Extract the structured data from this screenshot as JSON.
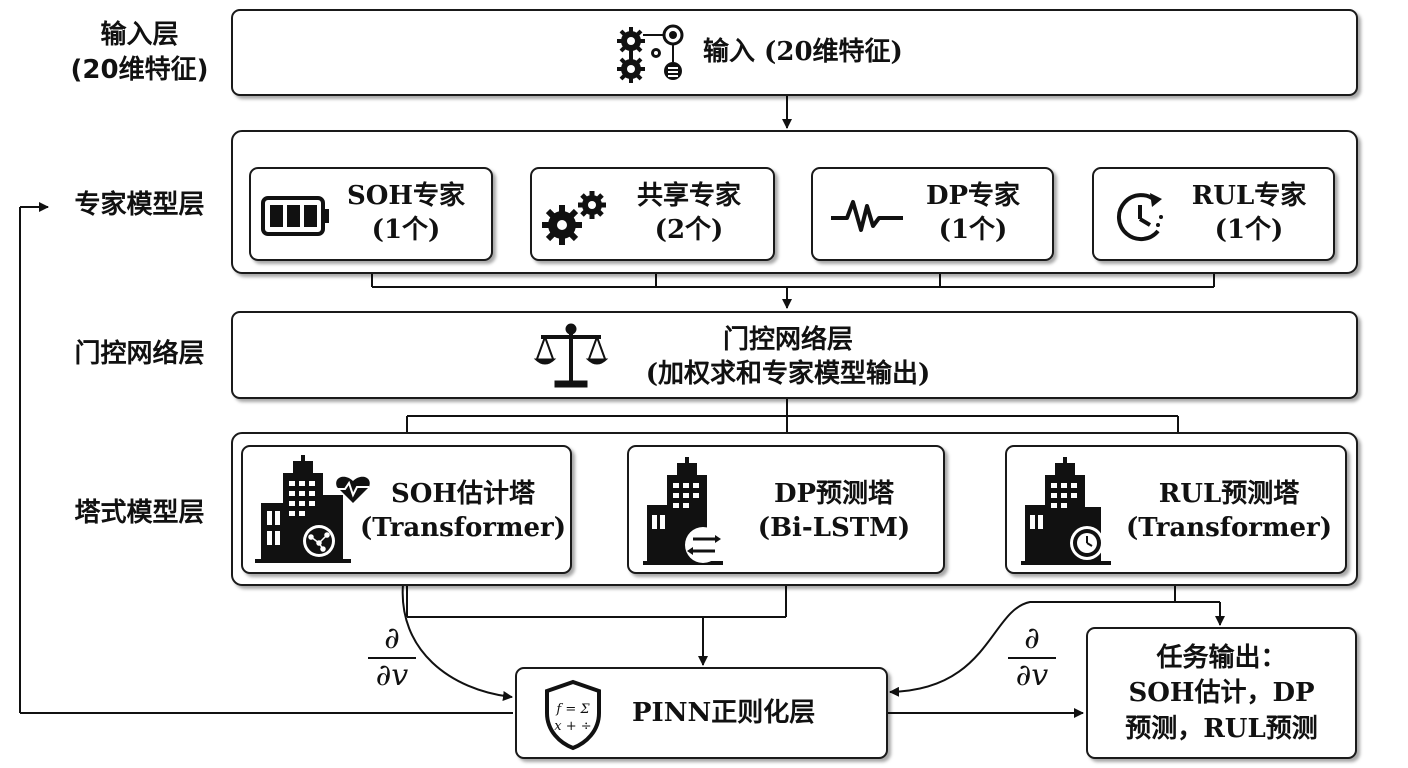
{
  "layers": {
    "input": "输入层",
    "input_sub": "(20维特征)",
    "expert": "专家模型层",
    "gate": "门控网络层",
    "tower": "塔式模型层"
  },
  "input_box": {
    "label": "输入 (20维特征)"
  },
  "experts": [
    {
      "name": "SOH专家",
      "count": "(1个)",
      "icon": "battery-icon"
    },
    {
      "name": "共享专家",
      "count": "(2个)",
      "icon": "gears-icon"
    },
    {
      "name": "DP专家",
      "count": "(1个)",
      "icon": "waveform-icon"
    },
    {
      "name": "RUL专家",
      "count": "(1个)",
      "icon": "clock-cycle-icon"
    }
  ],
  "gate_box": {
    "title": "门控网络层",
    "subtitle": "(加权求和专家模型输出)",
    "icon": "balance-scale-icon"
  },
  "towers": [
    {
      "name": "SOH估计塔",
      "model": "(Transformer)",
      "icon": "building-heart-icon"
    },
    {
      "name": "DP预测塔",
      "model": "(Bi-LSTM)",
      "icon": "building-arrows-icon"
    },
    {
      "name": "RUL预测塔",
      "model": "(Transformer)",
      "icon": "building-clock-icon"
    }
  ],
  "pinn": {
    "label": "PINN正则化层",
    "icon": "shield-formula-icon",
    "icon_text_1": "f = Σ",
    "icon_text_2": "x + ÷"
  },
  "output": {
    "line1": "任务输出：",
    "line2": "SOH估计，DP",
    "line3": "预测，RUL预测"
  },
  "derivative": {
    "numerator": "∂",
    "denominator": "∂v"
  }
}
